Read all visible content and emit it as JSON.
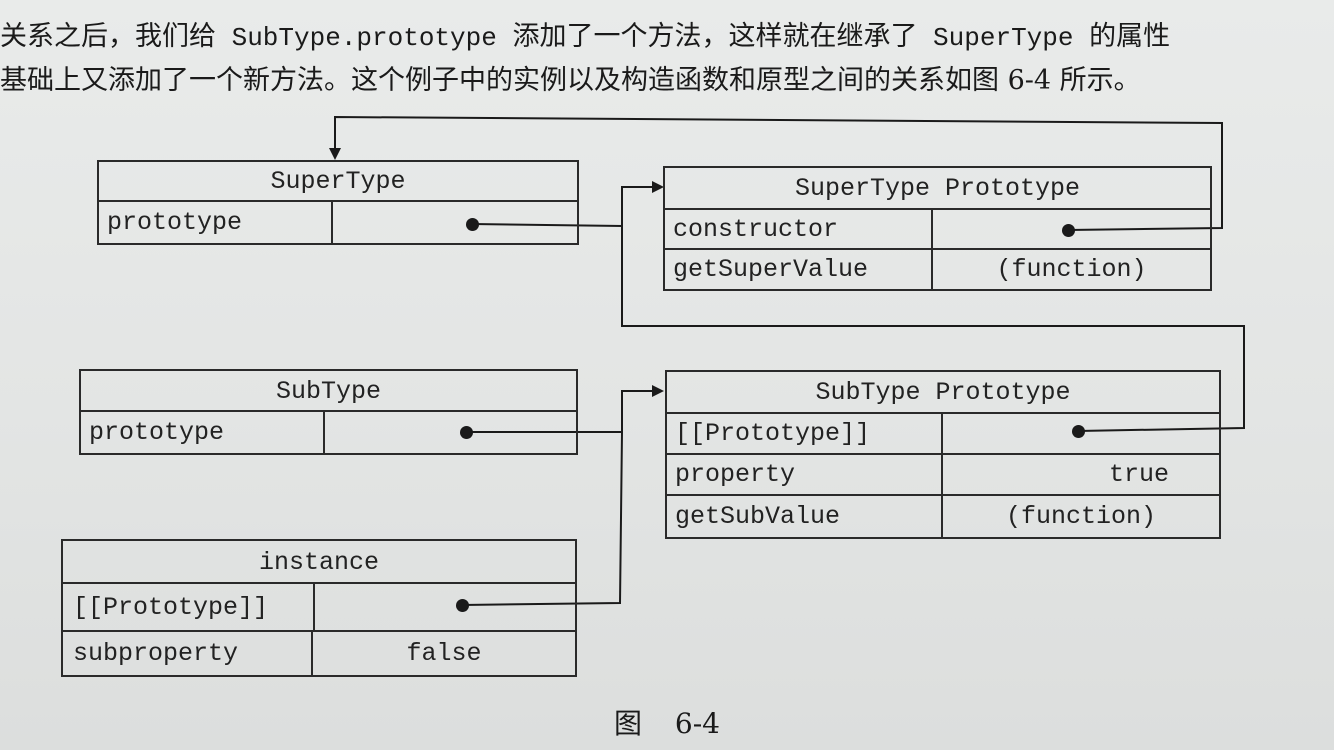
{
  "text": {
    "line1": {
      "part1": "关系之后，我们给",
      "code1": " SubType.prototype ",
      "part2": "添加了一个方法，这样就在继承了",
      "code2": " SuperType ",
      "part3": "的属性"
    },
    "line2": "基础上又添加了一个新方法。这个例子中的实例以及构造函数和原型之间的关系如图 6-4 所示。"
  },
  "diagram": {
    "supertype": {
      "title": "SuperType",
      "rows": [
        {
          "key": "prototype",
          "value": ""
        }
      ]
    },
    "supertype_prototype": {
      "title": "SuperType Prototype",
      "rows": [
        {
          "key": "constructor",
          "value": ""
        },
        {
          "key": "getSuperValue",
          "value": "(function)"
        }
      ]
    },
    "subtype": {
      "title": "SubType",
      "rows": [
        {
          "key": "prototype",
          "value": ""
        }
      ]
    },
    "subtype_prototype": {
      "title": "SubType Prototype",
      "rows": [
        {
          "key": "[[Prototype]]",
          "value": ""
        },
        {
          "key": "property",
          "value": "true"
        },
        {
          "key": "getSubValue",
          "value": "(function)"
        }
      ]
    },
    "instance": {
      "title": "instance",
      "rows": [
        {
          "key": "[[Prototype]]",
          "value": ""
        },
        {
          "key": "subproperty",
          "value": "false"
        }
      ]
    }
  },
  "caption": "图 6-4",
  "colors": {
    "ink": "#1e1e1e",
    "paper": "#e5e7e6"
  }
}
